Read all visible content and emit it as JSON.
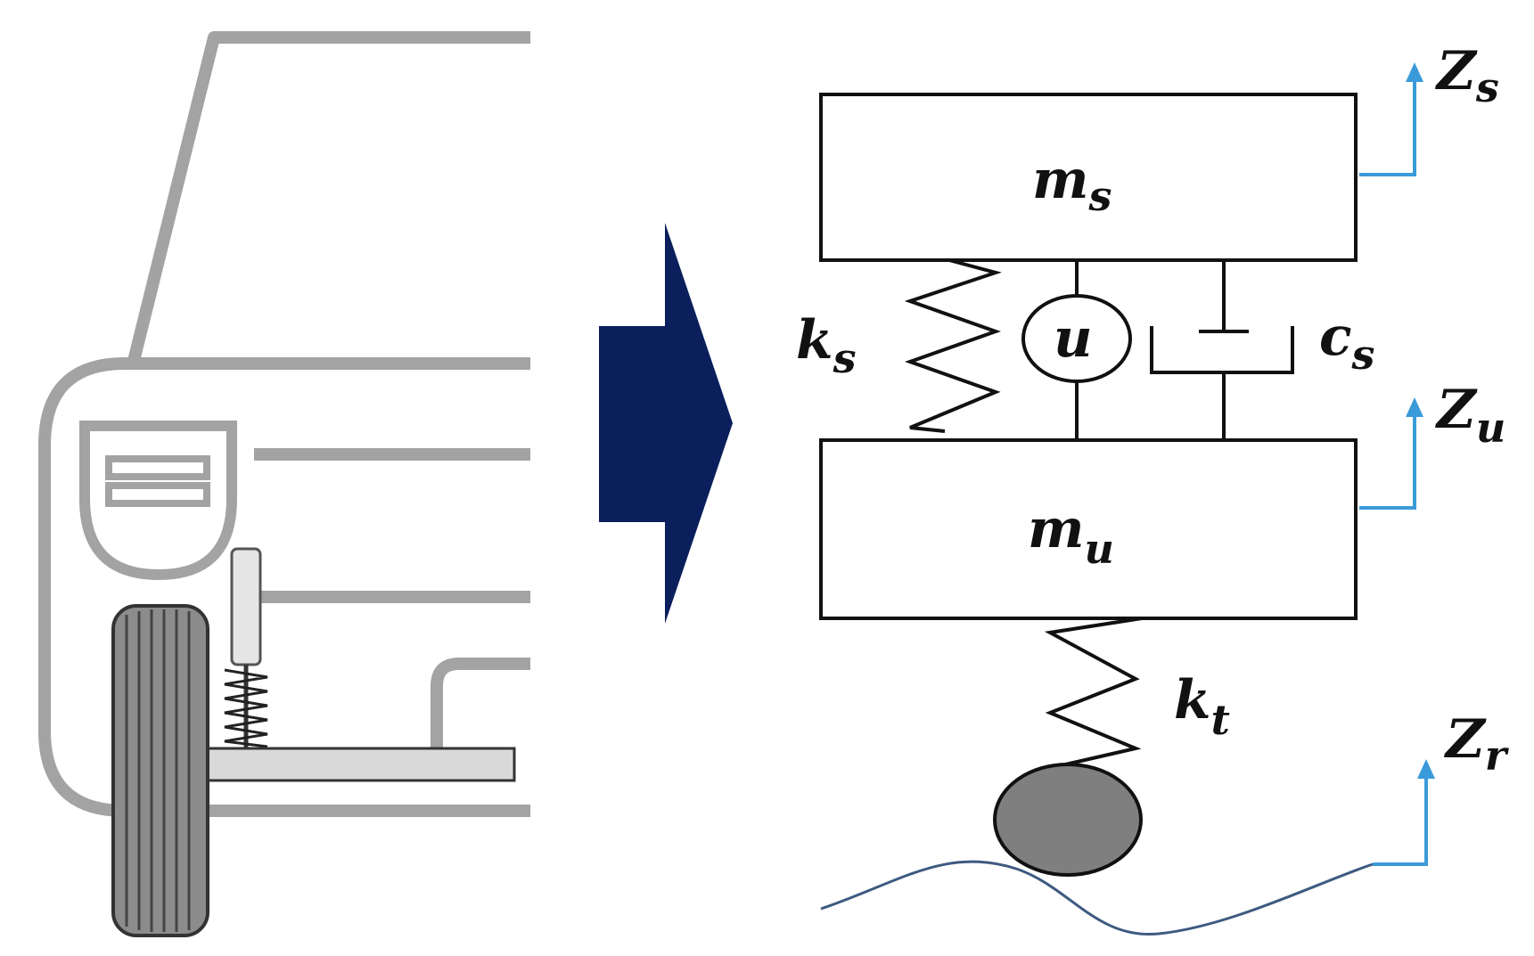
{
  "colors": {
    "car_outline": "#a3a3a3",
    "arrow_fill": "#0a1f5c",
    "motion_arrow": "#3a9ad9",
    "road_line": "#3d5a80",
    "tire_fill": "#7f7f7f",
    "black": "#111111"
  },
  "labels": {
    "sprung_mass": {
      "main": "m",
      "sub": "s"
    },
    "unsprung_mass": {
      "main": "m",
      "sub": "u"
    },
    "suspension_spring": {
      "main": "k",
      "sub": "s"
    },
    "control_force": {
      "main": "u"
    },
    "damper": {
      "main": "c",
      "sub": "s"
    },
    "tire_spring": {
      "main": "k",
      "sub": "t"
    },
    "z_sprung": {
      "main": "Z",
      "sub": "s"
    },
    "z_unsprung": {
      "main": "Z",
      "sub": "u"
    },
    "z_road": {
      "main": "Z",
      "sub": "r"
    }
  }
}
